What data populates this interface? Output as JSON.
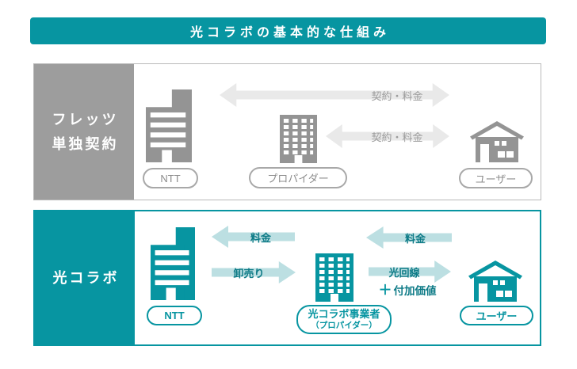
{
  "title": "光コラボの基本的な仕組み",
  "colors": {
    "teal": "#0795A1",
    "teal_dark_text": "#0e7b87",
    "teal_light_arrow": "#BCDFE2",
    "gray_panel": "#9D9D9D",
    "gray_icon": "#949494",
    "gray_arrow": "#E9E9E9",
    "gray_arrow_text": "#9B9B9B"
  },
  "icons": {
    "ntt_building": "tall-office-building-icon",
    "provider_building": "window-grid-building-icon",
    "user_house": "house-icon"
  },
  "sections": {
    "flets": {
      "label_line1": "フレッツ",
      "label_line2": "単独契約",
      "arrow_top_label": "契約・料金",
      "arrow_bottom_label": "契約・料金",
      "ntt_label": "NTT",
      "provider_label": "プロパイダー",
      "user_label": "ユーザー"
    },
    "collab": {
      "label": "光コラボ",
      "fee_to_ntt_label": "料金",
      "wholesale_label": "卸売り",
      "fee_to_operator_label": "料金",
      "line_label": "光回線",
      "plus_sign": "＋",
      "added_value_label": "付加価値",
      "ntt_label": "NTT",
      "operator_label_line1": "光コラボ事業者",
      "operator_label_line2": "（プロパイダー）",
      "user_label": "ユーザー"
    }
  }
}
